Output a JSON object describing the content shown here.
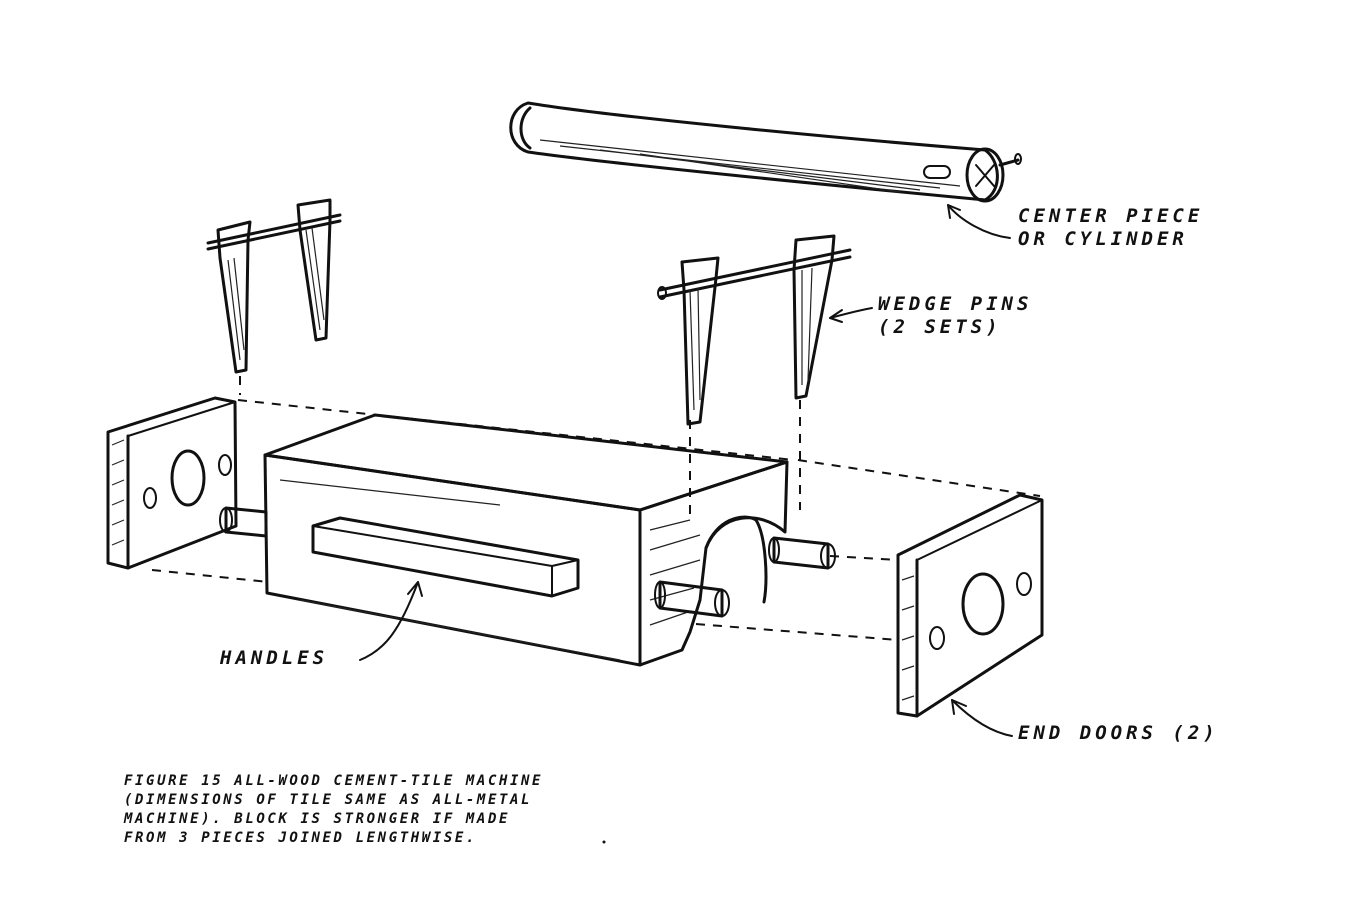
{
  "labels": {
    "center_piece_line1": "CENTER PIECE",
    "center_piece_line2": "OR CYLINDER",
    "wedge_pins_line1": "WEDGE PINS",
    "wedge_pins_line2": "(2 SETS)",
    "handles": "HANDLES",
    "end_doors": "END DOORS (2)"
  },
  "caption": {
    "line1": "FIGURE 15   ALL-WOOD  CEMENT-TILE  MACHINE",
    "line2": "(DIMENSIONS  OF TILE  SAME  AS  ALL-METAL",
    "line3": "MACHINE).   BLOCK  IS  STRONGER  IF MADE",
    "line4": "FROM 3 PIECES  JOINED  LENGTHWISE."
  }
}
